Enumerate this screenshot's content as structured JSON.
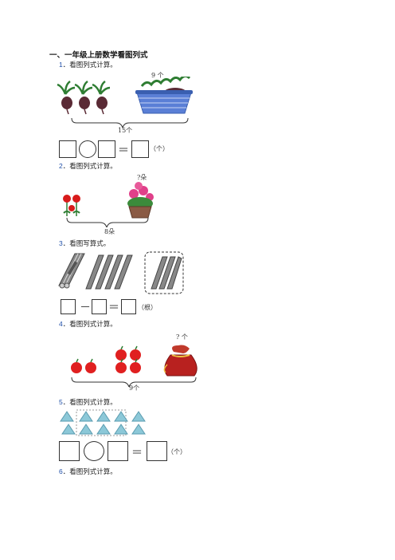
{
  "title": "一、一年级上册数学看图列式",
  "questions": [
    {
      "num": "1",
      "text": "．看图列式计算。"
    },
    {
      "num": "2",
      "text": "．看图列式计算。"
    },
    {
      "num": "3",
      "text": "．看图写算式。"
    },
    {
      "num": "4",
      "text": "．看图列式计算。"
    },
    {
      "num": "5",
      "text": "．看图列式计算。"
    },
    {
      "num": "6",
      "text": "．看图列式计算。"
    }
  ],
  "q1": {
    "top_label": "9 个",
    "bottom_label": "15个",
    "unit": "（个）",
    "equals": "＝"
  },
  "q2": {
    "top_label": "?朵",
    "bottom_label": "8朵"
  },
  "q3": {
    "minus": "－",
    "equals": "＝",
    "unit": "（根）"
  },
  "q4": {
    "top_label": "? 个",
    "bottom_label": "9个"
  },
  "q5": {
    "equals": "＝",
    "unit": "（个）"
  },
  "colors": {
    "question_number": "#1f4fa8",
    "apple": "#e02020",
    "basket": "#5a7fd6",
    "bag": "#b8211f",
    "triangle": "#8cc8d8"
  }
}
